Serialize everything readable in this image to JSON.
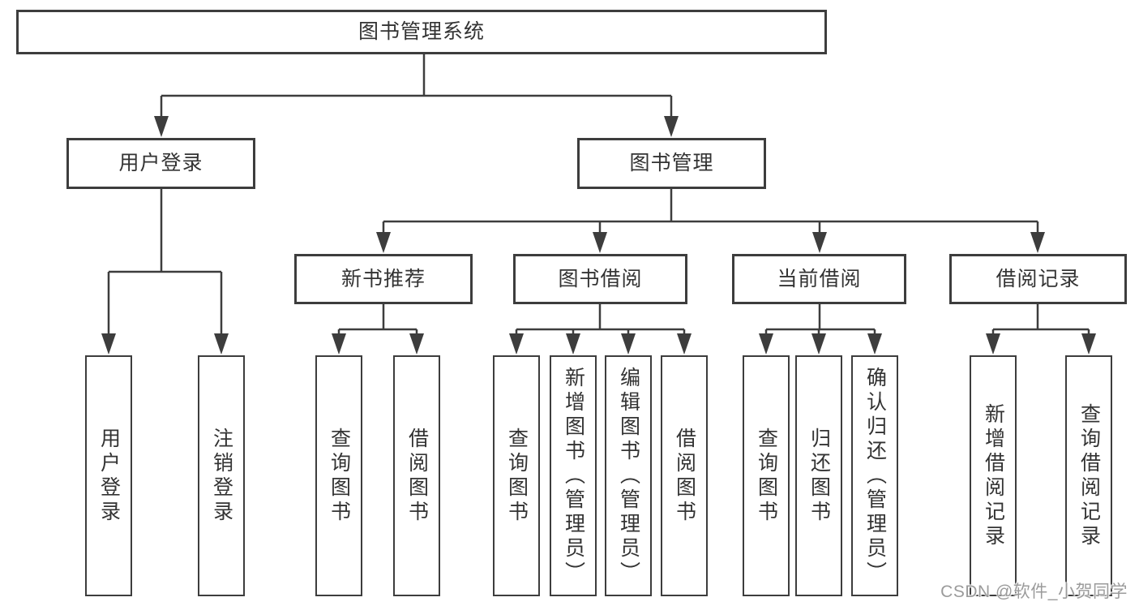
{
  "diagram_type": "function-structure-tree",
  "tree": {
    "root": {
      "label": "图书管理系统",
      "children": [
        {
          "label": "用户登录",
          "children": [
            {
              "label": "用户登录"
            },
            {
              "label": "注销登录"
            }
          ]
        },
        {
          "label": "图书管理",
          "children": [
            {
              "label": "新书推荐",
              "children": [
                {
                  "label": "查询图书"
                },
                {
                  "label": "借阅图书"
                }
              ]
            },
            {
              "label": "图书借阅",
              "children": [
                {
                  "label": "查询图书"
                },
                {
                  "label": "新增图书（管理员）"
                },
                {
                  "label": "编辑图书（管理员）"
                },
                {
                  "label": "借阅图书"
                }
              ]
            },
            {
              "label": "当前借阅",
              "children": [
                {
                  "label": "查询图书"
                },
                {
                  "label": "归还图书"
                },
                {
                  "label": "确认归还（管理员）"
                }
              ]
            },
            {
              "label": "借阅记录",
              "children": [
                {
                  "label": "新增借阅记录"
                },
                {
                  "label": "查询借阅记录"
                }
              ]
            }
          ]
        }
      ]
    }
  },
  "watermark": {
    "text": "CSDN @软件_小贺同学"
  },
  "colors": {
    "background": "#ffffff",
    "line": "#3d3d3d",
    "box_border": "#3d3d3d",
    "text": "#333333",
    "watermark": "#9b9b9b"
  }
}
